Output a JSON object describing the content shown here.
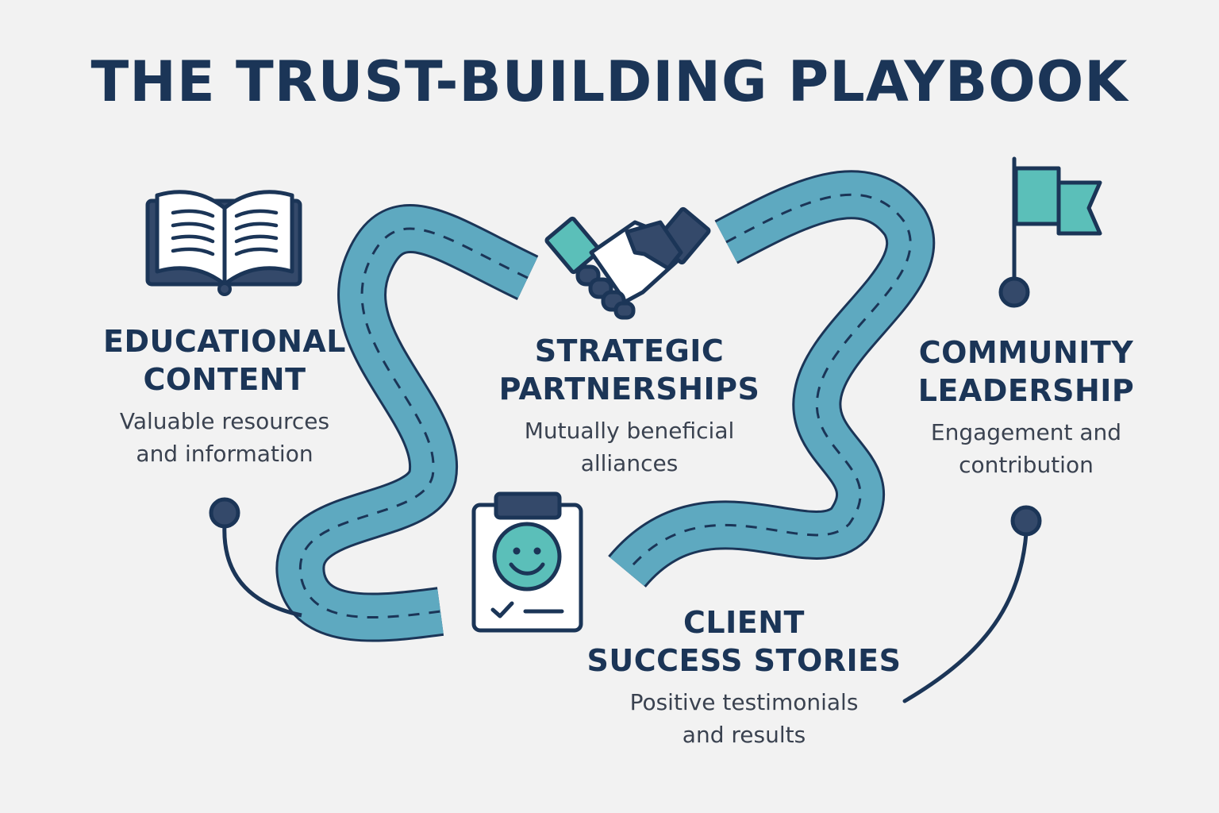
{
  "title": "THE TRUST-BUILDING PLAYBOOK",
  "colors": {
    "navy": "#1b3557",
    "road": "#5ea9c0",
    "road_outline": "#1b3557",
    "teal": "#5bbfb9",
    "background": "#f2f2f2"
  },
  "steps": [
    {
      "id": "educational-content",
      "icon": "open-book-icon",
      "heading": [
        "EDUCATIONAL",
        "CONTENT"
      ],
      "description": [
        "Valuable resources",
        "and information"
      ]
    },
    {
      "id": "strategic-partnerships",
      "icon": "handshake-icon",
      "heading": [
        "STRATEGIC",
        "PARTNERSHIPS"
      ],
      "description": [
        "Mutually beneficial",
        "alliances"
      ]
    },
    {
      "id": "client-success-stories",
      "icon": "clipboard-smiley-icon",
      "heading": [
        "CLIENT",
        "SUCCESS STORIES"
      ],
      "description": [
        "Positive testimonials",
        "and results"
      ]
    },
    {
      "id": "community-leadership",
      "icon": "flag-icon",
      "heading": [
        "COMMUNITY",
        "LEADERSHIP"
      ],
      "description": [
        "Engagement and",
        "contribution"
      ]
    }
  ]
}
